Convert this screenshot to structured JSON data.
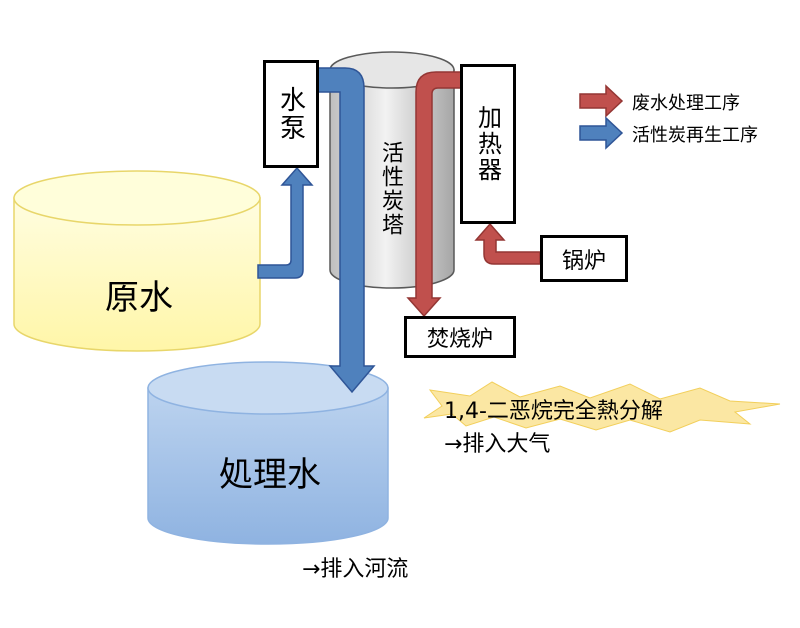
{
  "tanks": {
    "raw": "原水",
    "treated": "処理水"
  },
  "units": {
    "pump": "水泵",
    "tower": "活性炭塔",
    "heater": "加热器",
    "boiler": "锅炉",
    "incinerator": "焚烧炉"
  },
  "legend": {
    "wastewater": "废水处理工序",
    "regeneration": "活性炭再生工序"
  },
  "notes": {
    "decompose": "1,4-二恶烷完全熱分解",
    "to_air": "→排入大气",
    "to_river": "→排入河流"
  },
  "colors": {
    "wastewater_arrow": "#c0504d",
    "regeneration_arrow": "#4f81bd",
    "raw_tank": "#fffdb8",
    "treated_tank": "#a9c6ea",
    "tower": "#d9d9d9",
    "flash": "#fbe7a3"
  }
}
